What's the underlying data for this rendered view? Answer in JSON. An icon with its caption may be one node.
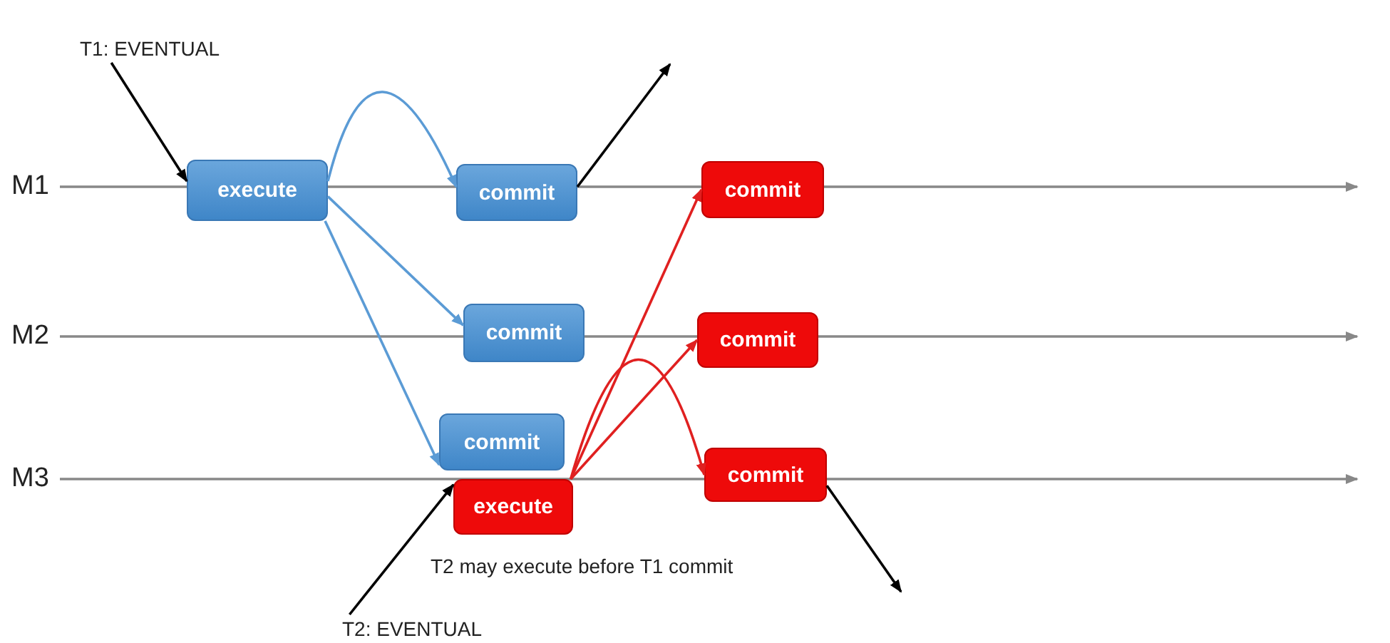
{
  "diagram": {
    "nodes": [
      {
        "text": [
          "M1"
        ]
      },
      {
        "text": [
          "M2"
        ]
      },
      {
        "text": [
          "M3"
        ]
      },
      {
        "text": [
          "T1: EVENTUAL"
        ]
      },
      {
        "text": [
          "execute"
        ]
      },
      {
        "text": [
          "commit"
        ]
      },
      {
        "text": [
          "commit"
        ]
      },
      {
        "text": [
          "commit"
        ]
      },
      {
        "text": [
          "execute"
        ]
      },
      {
        "text": [
          "commit"
        ]
      },
      {
        "text": [
          "commit"
        ]
      },
      {
        "text": [
          "commit"
        ]
      },
      {
        "text": [
          "T2: EVENTUAL"
        ]
      }
    ],
    "edges": [
      {
        "from": 0,
        "to": null,
        "arrow": "to",
        "color": "#888888"
      },
      {
        "from": 1,
        "to": null,
        "arrow": "to",
        "color": "#888888"
      },
      {
        "from": 2,
        "to": null,
        "arrow": "to",
        "color": "#888888"
      },
      {
        "from": 3,
        "to": 4,
        "arrow": "to",
        "color": "#000000"
      },
      {
        "from": 4,
        "to": 5,
        "arrow": "to",
        "color": "#5b9bd5"
      },
      {
        "from": 4,
        "to": 6,
        "arrow": "to",
        "color": "#5b9bd5"
      },
      {
        "from": 4,
        "to": 7,
        "arrow": "to",
        "color": "#5b9bd5"
      },
      {
        "from": 5,
        "to": null,
        "arrow": "to",
        "color": "#000000"
      },
      {
        "from": 12,
        "to": 8,
        "arrow": "to",
        "color": "#000000"
      },
      {
        "from": 8,
        "to": 9,
        "arrow": "to",
        "color": "#e02020"
      },
      {
        "from": 8,
        "to": 10,
        "arrow": "to",
        "color": "#e02020"
      },
      {
        "from": 8,
        "to": 11,
        "arrow": "to",
        "color": "#e02020"
      },
      {
        "from": 11,
        "to": null,
        "arrow": "to",
        "color": "#000000"
      }
    ],
    "labels": [
      "T2 may execute before T1 commit"
    ]
  }
}
